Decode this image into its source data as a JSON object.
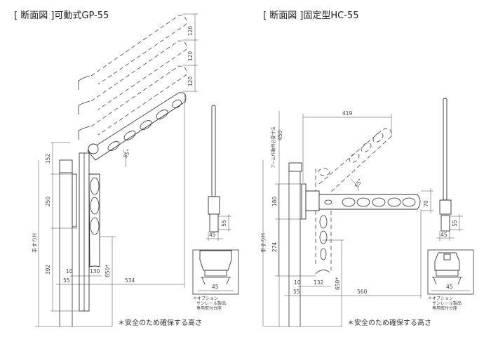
{
  "left": {
    "title": "[ 断面図 ]可動式GP-55",
    "dims": {
      "d120a": "120",
      "d120b": "120",
      "d120c": "120",
      "d152": "152",
      "d250": "250",
      "d392": "392",
      "handrail": "手すりH",
      "d10": "10",
      "d55": "55",
      "d130": "130",
      "d650": "650*",
      "d534": "534",
      "angle": "55°",
      "pole55": "55",
      "pole45": "45",
      "detail45": "45"
    },
    "option_note": [
      "＊オプション",
      "サンレール製品",
      "専用取付台座"
    ],
    "footnote": "＊安全のため確保する高さ"
  },
  "right": {
    "title": "[ 断面図 ]固定型HC-55",
    "dims": {
      "d419": "419",
      "clearance_label": "アーム作動時必要寸法",
      "d450": "450",
      "d180": "180",
      "d274": "274",
      "handrail": "手すりH",
      "d10": "10",
      "d132": "132",
      "d650": "650*",
      "d55": "55",
      "d560": "560",
      "d70": "70",
      "angle": "55°",
      "pole55": "55",
      "pole45": "45",
      "detail45": "45"
    },
    "option_note": [
      "＊オプション",
      "サンレール製品",
      "専用取付台座"
    ],
    "footnote": "＊安全のため確保する高さ"
  }
}
